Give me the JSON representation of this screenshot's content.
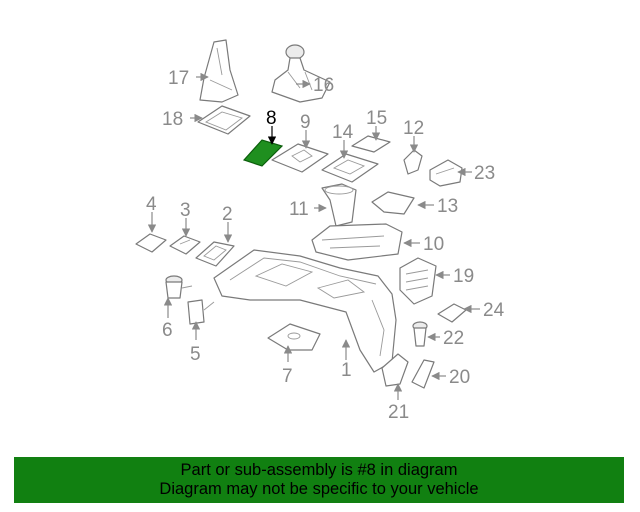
{
  "diagram": {
    "highlighted_part": "8",
    "highlight_color": "#1f8f1f",
    "callouts": [
      {
        "id": "1",
        "label": "1"
      },
      {
        "id": "2",
        "label": "2"
      },
      {
        "id": "3",
        "label": "3"
      },
      {
        "id": "4",
        "label": "4"
      },
      {
        "id": "5",
        "label": "5"
      },
      {
        "id": "6",
        "label": "6"
      },
      {
        "id": "7",
        "label": "7"
      },
      {
        "id": "8",
        "label": "8"
      },
      {
        "id": "9",
        "label": "9"
      },
      {
        "id": "10",
        "label": "10"
      },
      {
        "id": "11",
        "label": "11"
      },
      {
        "id": "12",
        "label": "12"
      },
      {
        "id": "13",
        "label": "13"
      },
      {
        "id": "14",
        "label": "14"
      },
      {
        "id": "15",
        "label": "15"
      },
      {
        "id": "16",
        "label": "16"
      },
      {
        "id": "17",
        "label": "17"
      },
      {
        "id": "18",
        "label": "18"
      },
      {
        "id": "19",
        "label": "19"
      },
      {
        "id": "20",
        "label": "20"
      },
      {
        "id": "21",
        "label": "21"
      },
      {
        "id": "22",
        "label": "22"
      },
      {
        "id": "23",
        "label": "23"
      },
      {
        "id": "24",
        "label": "24"
      }
    ]
  },
  "banner": {
    "line1": "Part or sub-assembly is #8 in diagram",
    "line2": "Diagram may not be specific to your vehicle",
    "background": "#118011"
  }
}
